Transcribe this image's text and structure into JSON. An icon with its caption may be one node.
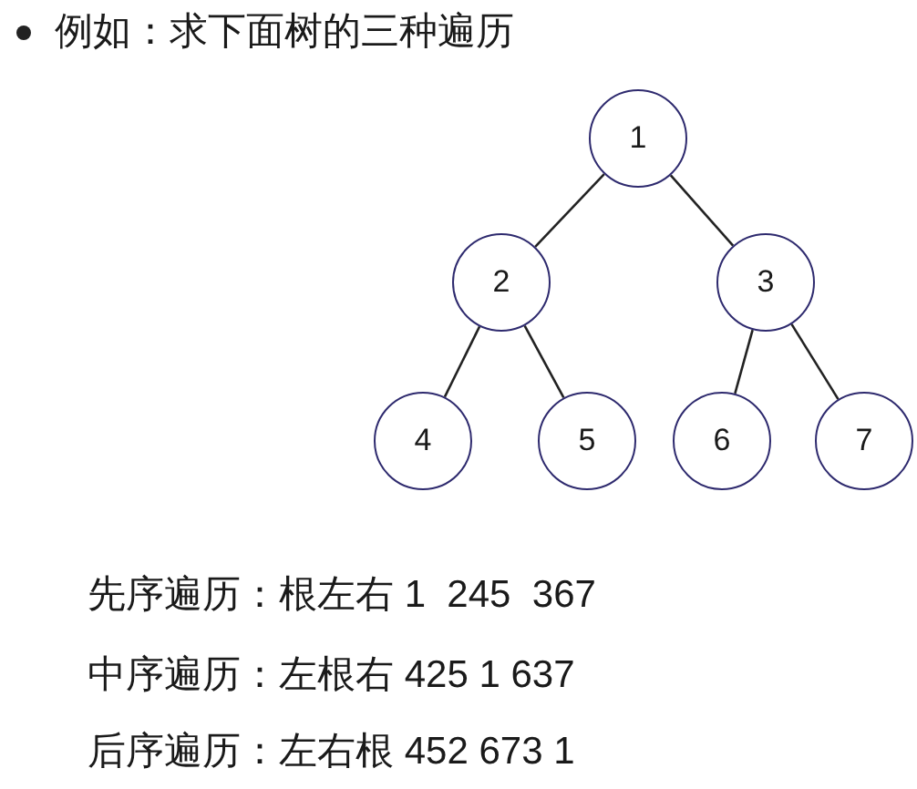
{
  "diagram": {
    "title": "例如：求下面树的三种遍历",
    "nodes": [
      {
        "text": [
          "1"
        ]
      },
      {
        "text": [
          "2"
        ]
      },
      {
        "text": [
          "3"
        ]
      },
      {
        "text": [
          "4"
        ]
      },
      {
        "text": [
          "5"
        ]
      },
      {
        "text": [
          "6"
        ]
      },
      {
        "text": [
          "7"
        ]
      }
    ],
    "edges": [
      {
        "from": 0,
        "to": 1,
        "arrow": "none"
      },
      {
        "from": 0,
        "to": 2,
        "arrow": "none"
      },
      {
        "from": 1,
        "to": 3,
        "arrow": "none"
      },
      {
        "from": 1,
        "to": 4,
        "arrow": "none"
      },
      {
        "from": 2,
        "to": 5,
        "arrow": "none"
      },
      {
        "from": 2,
        "to": 6,
        "arrow": "none"
      }
    ],
    "labels": [
      "先序遍历：根左右 1  245  367",
      "中序遍历：左根右 425 1 637",
      "后序遍历：左右根 452 673 1"
    ]
  }
}
